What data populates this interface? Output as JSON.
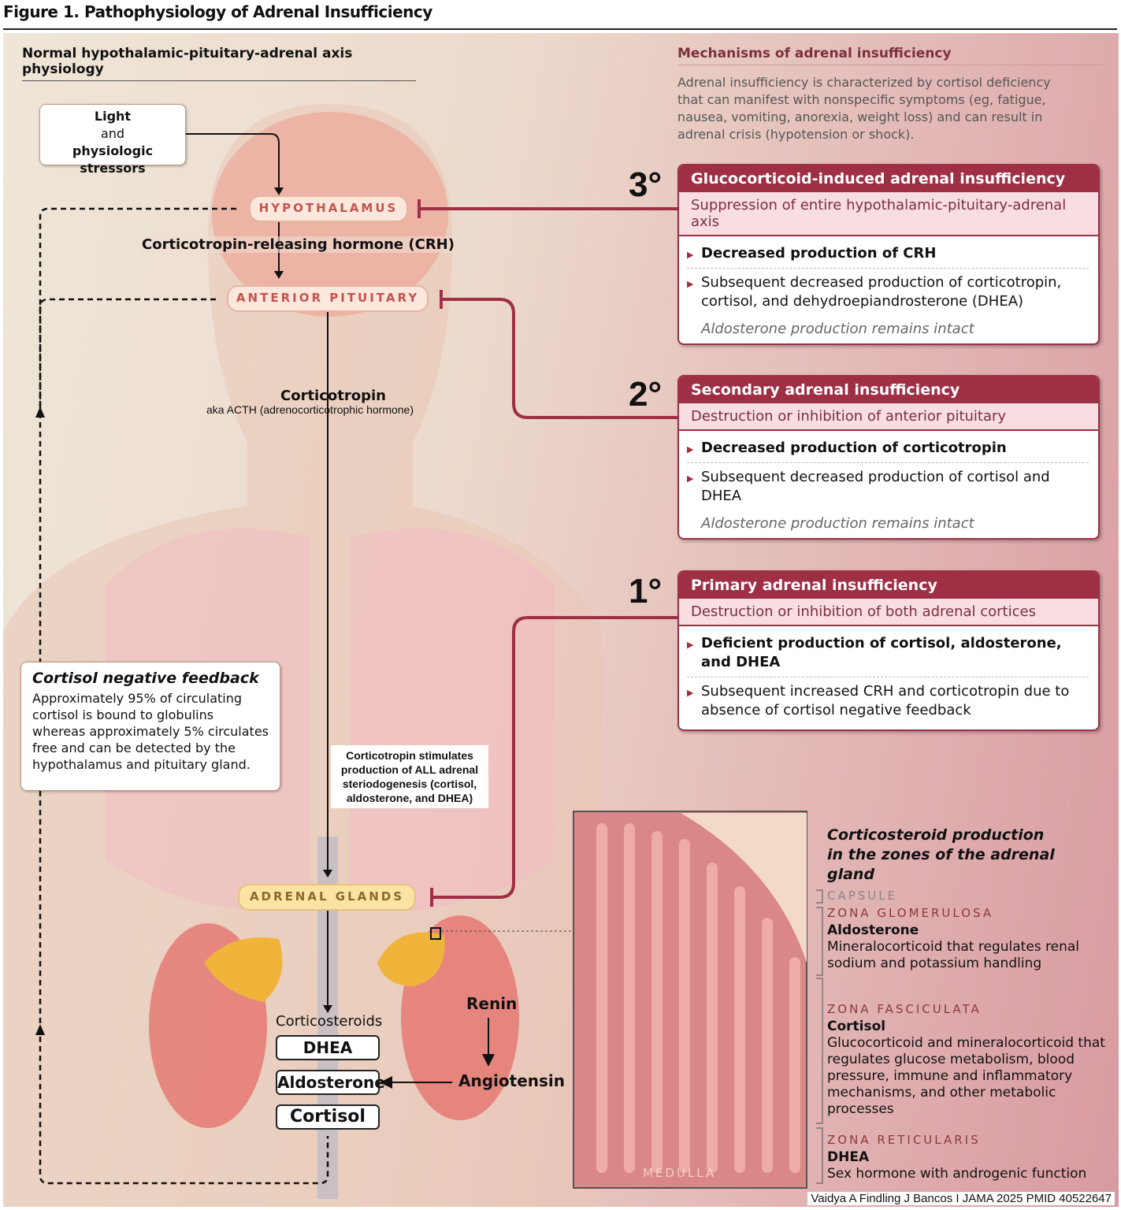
{
  "figure_title": "Figure 1. Pathophysiology of Adrenal Insufficiency",
  "left": {
    "title": "Normal hypothalamic-pituitary-adrenal axis physiology",
    "stressors": [
      "Light",
      "and",
      "physiologic stressors"
    ],
    "hypothalamus": "HYPOTHALAMUS",
    "crh": "Corticotropin-releasing hormone (CRH)",
    "pituitary": "ANTERIOR PITUITARY",
    "corticotropin": "Corticotropin",
    "acth": "aka ACTH (adrenocorticotrophic hormone)",
    "stimulates": "Corticotropin stimulates production of ALL adrenal steriodogenesis (cortisol, aldosterone, and DHEA)",
    "adrenal": "ADRENAL GLANDS",
    "corticosteroids": "Corticosteroids",
    "dhea": "DHEA",
    "aldosterone": "Aldosterone",
    "cortisol": "Cortisol",
    "renin": "Renin",
    "angiotensin": "Angiotensin",
    "feedback_title": "Cortisol negative feedback",
    "feedback_text": "Approximately 95% of circulating cortisol is bound to globulins whereas approximately 5% circulates free and can be detected by the hypothalamus and pituitary gland."
  },
  "right": {
    "title": "Mechanisms of adrenal insufficiency",
    "intro": "Adrenal insufficiency is characterized by cortisol deficiency that can manifest with nonspecific symptoms (eg, fatigue, nausea, vomiting, anorexia, weight loss) and can result in adrenal crisis (hypotension or shock).",
    "mechanisms": [
      {
        "degree": "3°",
        "title": "Glucocorticoid-induced adrenal insufficiency",
        "sub": "Suppression of entire hypothalamic-pituitary-adrenal axis",
        "items": [
          "Decreased production of CRH",
          "Subsequent decreased production of corticotropin, cortisol, and dehydroepiandrosterone (DHEA)"
        ],
        "note": "Aldosterone production remains intact"
      },
      {
        "degree": "2°",
        "title": "Secondary adrenal insufficiency",
        "sub": "Destruction or inhibition of anterior pituitary",
        "items": [
          "Decreased production of corticotropin",
          "Subsequent decreased production of cortisol and DHEA"
        ],
        "note": "Aldosterone production remains intact"
      },
      {
        "degree": "1°",
        "title": "Primary adrenal insufficiency",
        "sub": "Destruction or inhibition of both adrenal cortices",
        "items": [
          "Deficient production of cortisol, aldosterone, and DHEA",
          "Subsequent increased CRH and corticotropin due to absence of cortisol negative feedback"
        ]
      }
    ]
  },
  "zones": {
    "title": "Corticosteroid production in the zones of the adrenal gland",
    "medulla": "MEDULLA",
    "capsule": "CAPSULE",
    "list": [
      {
        "name": "ZONA GLOMERULOSA",
        "hormone": "Aldosterone",
        "desc": "Mineralocorticoid that regulates renal sodium and potassium handling"
      },
      {
        "name": "ZONA FASCICULATA",
        "hormone": "Cortisol",
        "desc": "Glucocorticoid and mineralocorticoid that regulates glucose metabolism, blood pressure, immune and inflammatory mechanisms, and other metabolic processes"
      },
      {
        "name": "ZONA RETICULARIS",
        "hormone": "DHEA",
        "desc": "Sex hormone with androgenic function"
      }
    ]
  },
  "credit": "Vaidya A Findling J Bancos I JAMA 2025 PMID 40522647",
  "colors": {
    "accent": "#9e2f45",
    "subheader": "#f8dde1",
    "pill": "#fbe7dc",
    "adrenal": "#fbe3a6"
  }
}
